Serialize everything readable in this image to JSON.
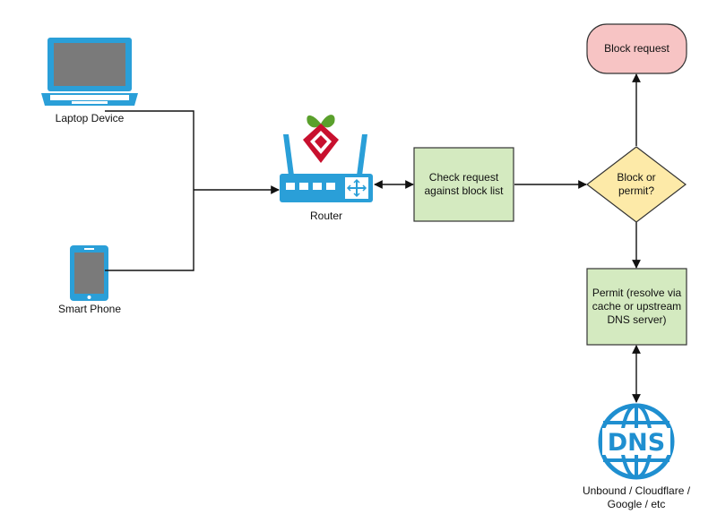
{
  "nodes": {
    "laptop": {
      "label": "Laptop Device",
      "icon": "laptop-icon"
    },
    "phone": {
      "label": "Smart Phone",
      "icon": "smartphone-icon"
    },
    "router": {
      "label": "Router",
      "icon": "router-icon",
      "logo": "pi-hole-logo"
    },
    "check": {
      "label_lines": [
        "Check request",
        "against block list"
      ]
    },
    "decision": {
      "label_lines": [
        "Block or",
        "permit?"
      ]
    },
    "block": {
      "label": "Block request"
    },
    "permit": {
      "label_lines": [
        "Permit (resolve via",
        "cache or upstream",
        "DNS server)"
      ]
    },
    "dns": {
      "icon_text": "DNS",
      "label_lines": [
        "Unbound / Cloudflare /",
        "Google / etc"
      ]
    }
  },
  "colors": {
    "device_blue": "#2a9fd8",
    "process_fill": "#d4eac0",
    "process_border": "#333333",
    "decision_fill": "#fdeaa8",
    "block_fill": "#f7c4c4",
    "dns_blue": "#1f8fd0"
  }
}
